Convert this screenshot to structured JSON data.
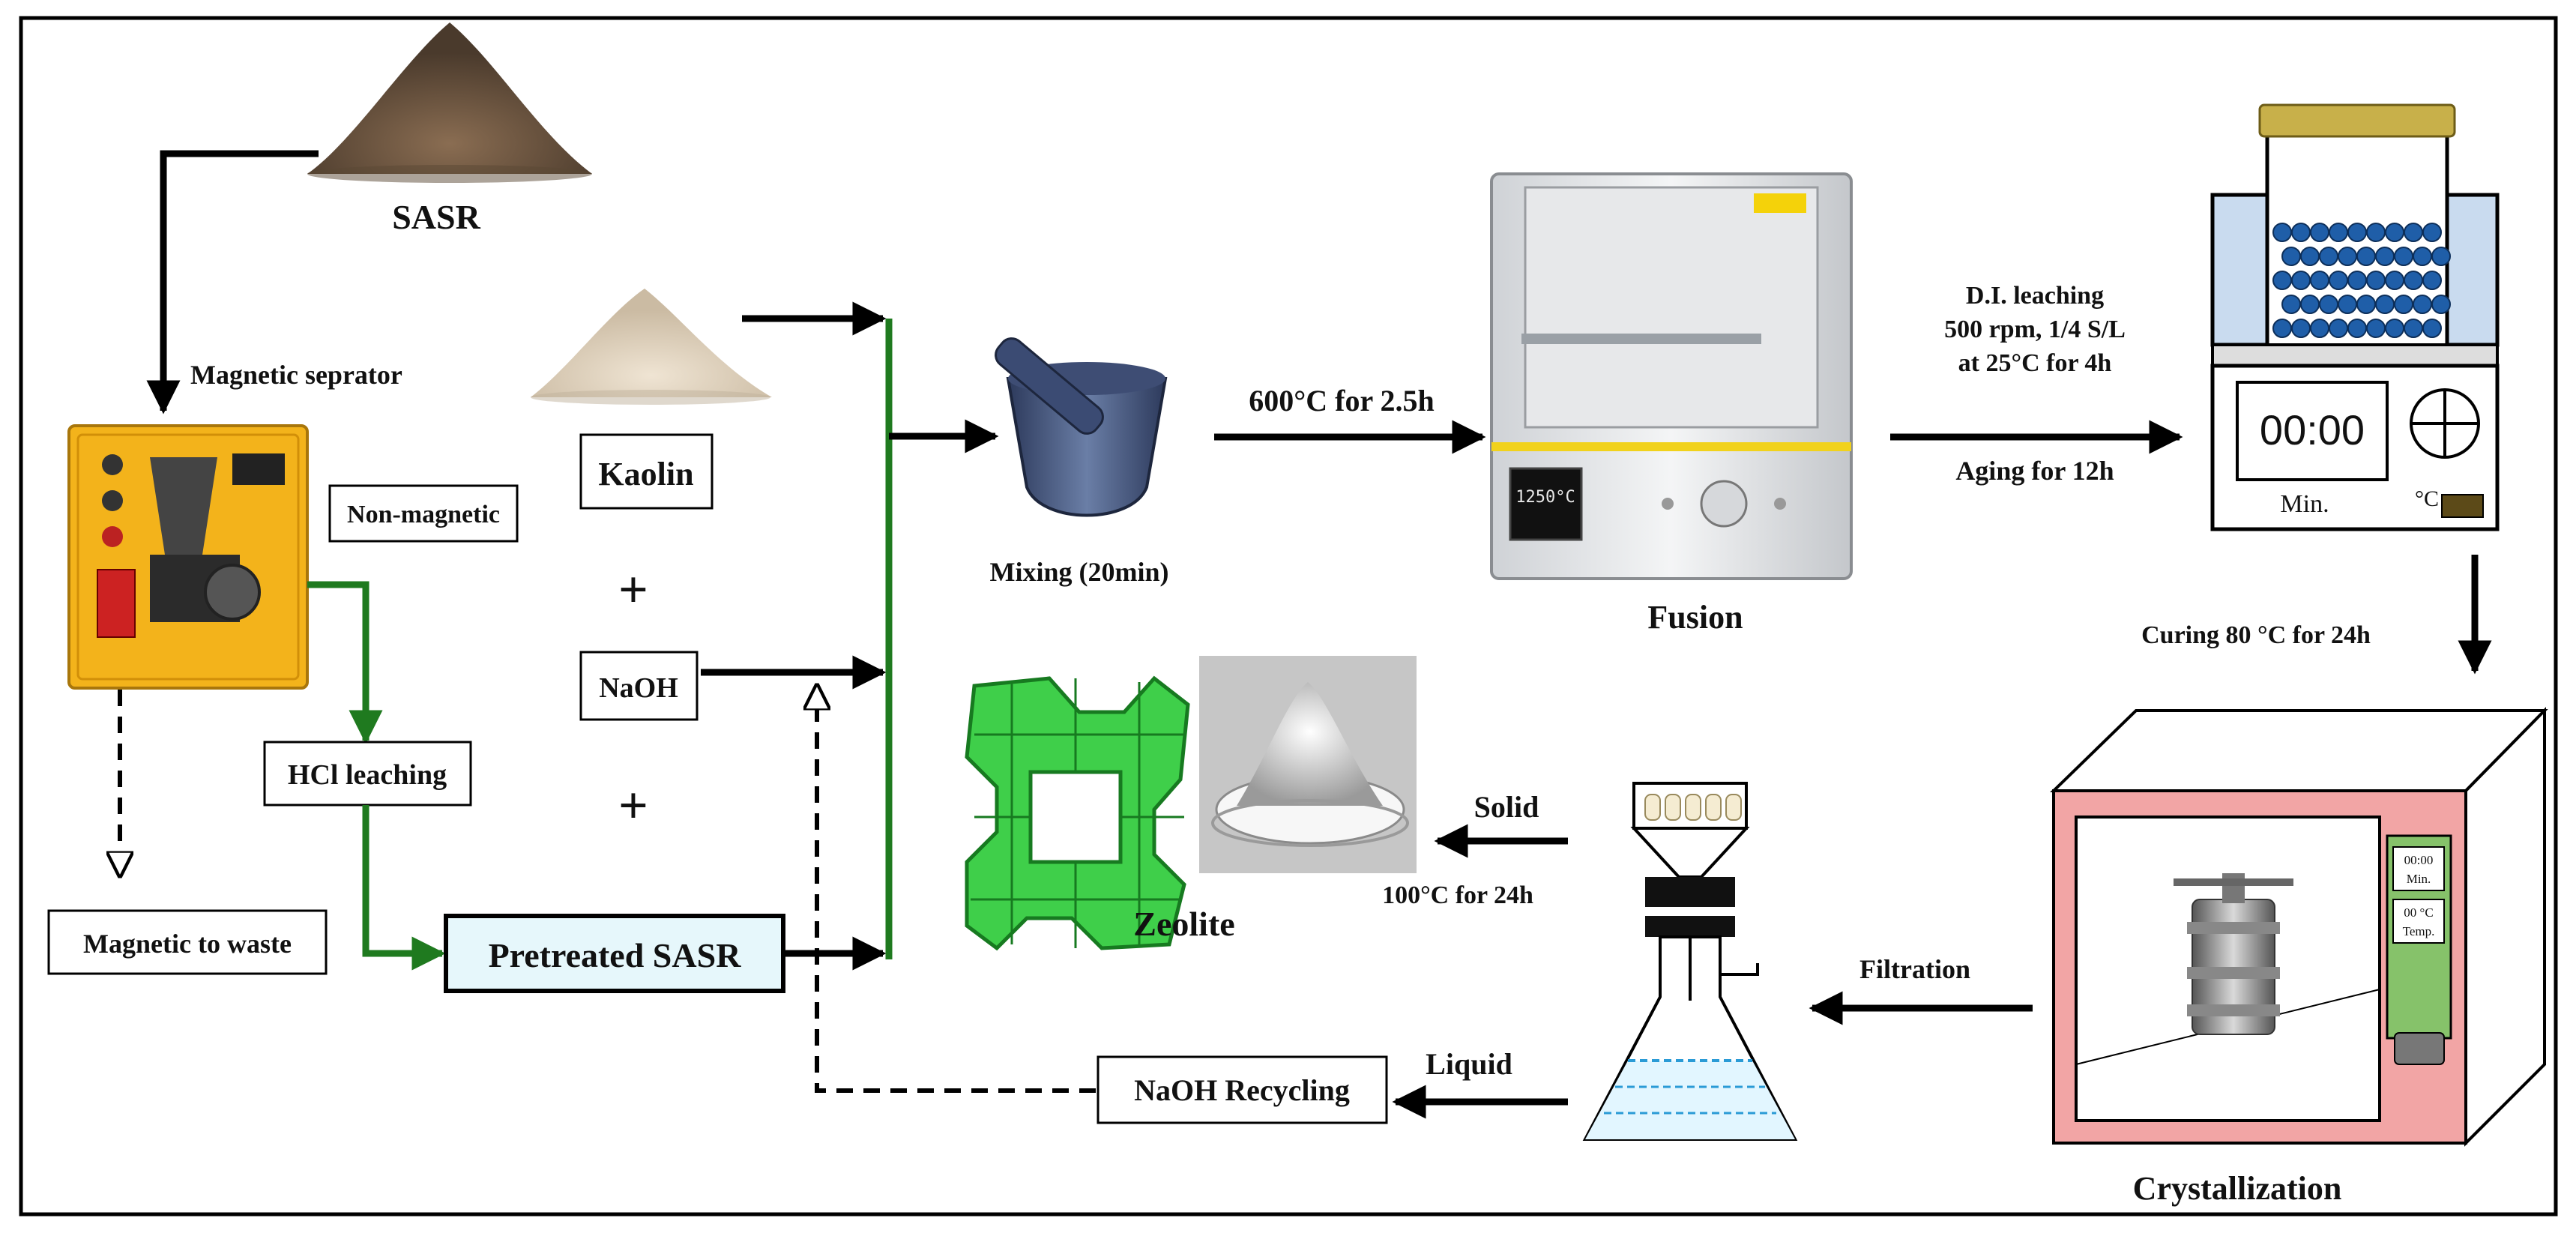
{
  "sources": {
    "sasr": "SASR",
    "kaolin": "Kaolin",
    "naoh": "NaOH",
    "plus": "+"
  },
  "pretreatment": {
    "magnetic_separator": "Magnetic seprator",
    "non_magnetic": "Non-magnetic",
    "hcl_leaching": "HCl leaching",
    "magnetic_to_waste": "Magnetic to waste",
    "pretreated_sasr": "Pretreated SASR"
  },
  "process": {
    "mixing": "Mixing (20min)",
    "fusion_condition": "600°C for 2.5h",
    "fusion": "Fusion",
    "leaching_line1": "D.I. leaching",
    "leaching_line2": "500 rpm, 1/4 S/L",
    "leaching_line3": "at 25°C for 4h",
    "aging": "Aging for 12h",
    "curing": "Curing  80 °C for 24h",
    "crystallization": "Crystallization",
    "filtration": "Filtration",
    "solid": "Solid",
    "drying": "100°C for 24h",
    "zeolite": "Zeolite",
    "liquid": "Liquid",
    "naoh_recycling": "NaOH Recycling"
  },
  "equipment": {
    "stirrer_timer": "00:00",
    "stirrer_min": "Min.",
    "stirrer_temp_unit": "°C",
    "furnace_display": "1250°C",
    "oven_timer": "00:00",
    "oven_min": "Min.",
    "oven_temp": "00 °C",
    "oven_temp_label": "Temp."
  },
  "colors": {
    "arrow": "#000000",
    "green_path": "#1f7a1f",
    "highlight_box": "#e6f7fb",
    "oven_body": "#f2a5a5",
    "zeolite_green": "#3fcf4a"
  }
}
